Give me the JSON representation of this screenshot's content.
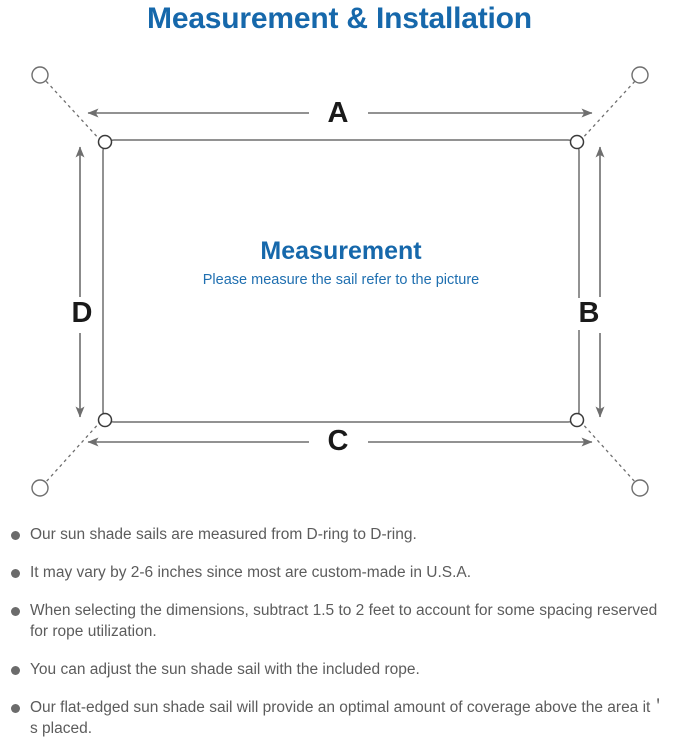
{
  "page": {
    "title": "Measurement & Installation",
    "title_color": "#1668ab",
    "background_color": "#ffffff"
  },
  "diagram": {
    "name": "sun-shade-sail-measurement-diagram",
    "sail_title": "Measurement",
    "sail_subtitle": "Please measure the sail refer to the picture",
    "sail_title_color": "#1668ab",
    "sail_subtitle_color": "#1f6fb0",
    "line_color": "#6e6e6e",
    "dimension_labels": {
      "top": "A",
      "right": "B",
      "bottom": "C",
      "left": "D"
    },
    "parts": {
      "d_ring": "d-ring",
      "anchor_post": "anchor-point",
      "rope": "rope-dashed-line"
    }
  },
  "notes": {
    "bullet_color": "#6b6b6b",
    "text_color": "#5c5c5c",
    "items": [
      "Our sun shade sails are measured from D-ring to D-ring.",
      "It may vary by 2-6 inches since most are custom-made in U.S.A.",
      "When selecting the dimensions, subtract 1.5 to 2 feet to account for some spacing reserved for rope utilization.",
      "You can adjust the sun shade sail with the included rope.",
      "Our flat-edged sun shade sail will provide an optimal amount of coverage above the area it＇ s placed."
    ]
  }
}
